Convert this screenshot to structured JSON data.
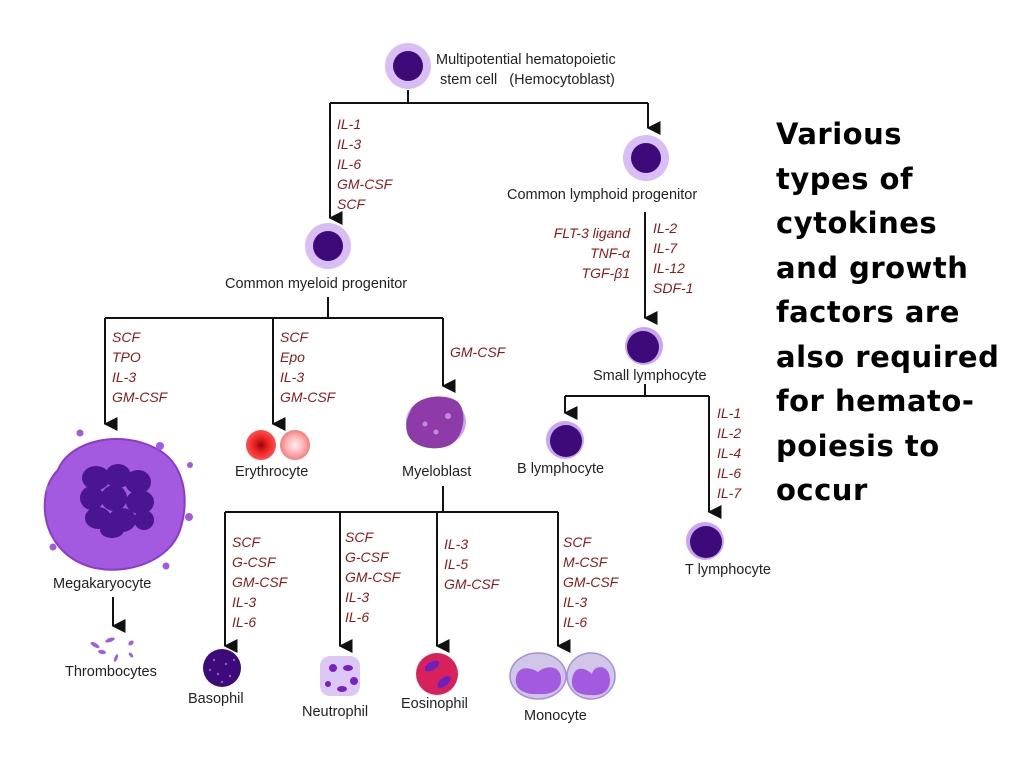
{
  "diagram": {
    "title_cell": {
      "line1": "Multipotential hematopoietic",
      "line2": "stem cell   (Hemocytoblast)"
    },
    "cells": {
      "common_myeloid": "Common myeloid progenitor",
      "common_lymphoid": "Common lymphoid progenitor",
      "megakaryocyte": "Megakaryocyte",
      "thrombocytes": "Thrombocytes",
      "erythrocyte": "Erythrocyte",
      "myeloblast": "Myeloblast",
      "small_lymphocyte": "Small lymphocyte",
      "b_lymphocyte": "B lymphocyte",
      "t_lymphocyte": "T lymphocyte",
      "basophil": "Basophil",
      "neutrophil": "Neutrophil",
      "eosinophil": "Eosinophil",
      "monocyte": "Monocyte"
    },
    "cytokines": {
      "to_myeloid": [
        "IL-1",
        "IL-3",
        "IL-6",
        "GM-CSF",
        "SCF"
      ],
      "lymphoid_left": [
        "FLT-3 ligand",
        "TNF-α",
        "TGF-β1"
      ],
      "lymphoid_right": [
        "IL-2",
        "IL-7",
        "IL-12",
        "SDF-1"
      ],
      "to_megakaryocyte": [
        "SCF",
        "TPO",
        "IL-3",
        "GM-CSF"
      ],
      "to_erythrocyte": [
        "SCF",
        "Epo",
        "IL-3",
        "GM-CSF"
      ],
      "to_myeloblast": [
        "GM-CSF"
      ],
      "to_t_lymphocyte": [
        "IL-1",
        "IL-2",
        "IL-4",
        "IL-6",
        "IL-7"
      ],
      "to_basophil": [
        "SCF",
        "G-CSF",
        "GM-CSF",
        "IL-3",
        "IL-6"
      ],
      "to_neutrophil": [
        "SCF",
        "G-CSF",
        "GM-CSF",
        "IL-3",
        "IL-6"
      ],
      "to_eosinophil": [
        "IL-3",
        "IL-5",
        "GM-CSF"
      ],
      "to_monocyte": [
        "SCF",
        "M-CSF",
        "GM-CSF",
        "IL-3",
        "IL-6"
      ]
    },
    "colors": {
      "cytokine_text": "#8b1a1a",
      "nucleus": "#3d0a7a",
      "cytoplasm": "#c9a4ef",
      "megakaryocyte_body": "#a35ae0",
      "erythrocyte": "#e01818",
      "eosinophil": "#d8205a"
    }
  },
  "side_text": {
    "lines": [
      "Various",
      "types of",
      "cytokines",
      "and growth",
      "factors are",
      "also required",
      "for hemato-",
      "poiesis to",
      "occur"
    ]
  }
}
